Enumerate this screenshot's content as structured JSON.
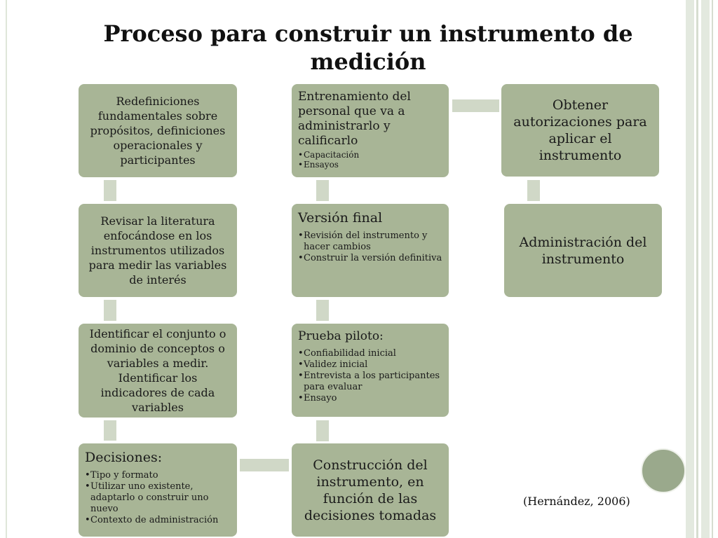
{
  "title": "Proceso para construir un instrumento de medición",
  "boxes": {
    "redefiniciones": "Redefiniciones fundamentales sobre propósitos, definiciones operacionales y participantes",
    "revisar": "Revisar la literatura enfocándose en los instrumentos utilizados para medir las variables de interés",
    "identificar": "Identificar el conjunto o dominio de conceptos o variables a medir. Identificar los indicadores de cada variables",
    "decisiones": {
      "heading": "Decisiones:",
      "items": [
        "Tipo y formato",
        "Utilizar uno existente, adaptarlo o construir uno nuevo",
        "Contexto de administración"
      ]
    },
    "construccion": "Construcción del instrumento, en función de las decisiones tomadas",
    "prueba": {
      "heading": "Prueba piloto:",
      "items": [
        "Confiabilidad inicial",
        "Validez inicial",
        "Entrevista a los participantes para evaluar",
        "Ensayo"
      ]
    },
    "version": {
      "heading": "Versión final",
      "items": [
        "Revisión del instrumento y hacer cambios",
        "Construir la versión definitiva"
      ]
    },
    "entrenamiento": {
      "heading": "Entrenamiento del personal que va a administrarlo y calificarlo",
      "items": [
        "Capacitación",
        "Ensayos"
      ]
    },
    "autorizaciones": "Obtener autorizaciones para aplicar el instrumento",
    "administracion": "Administración del instrumento"
  },
  "citation": "(Hernández,  2006)"
}
